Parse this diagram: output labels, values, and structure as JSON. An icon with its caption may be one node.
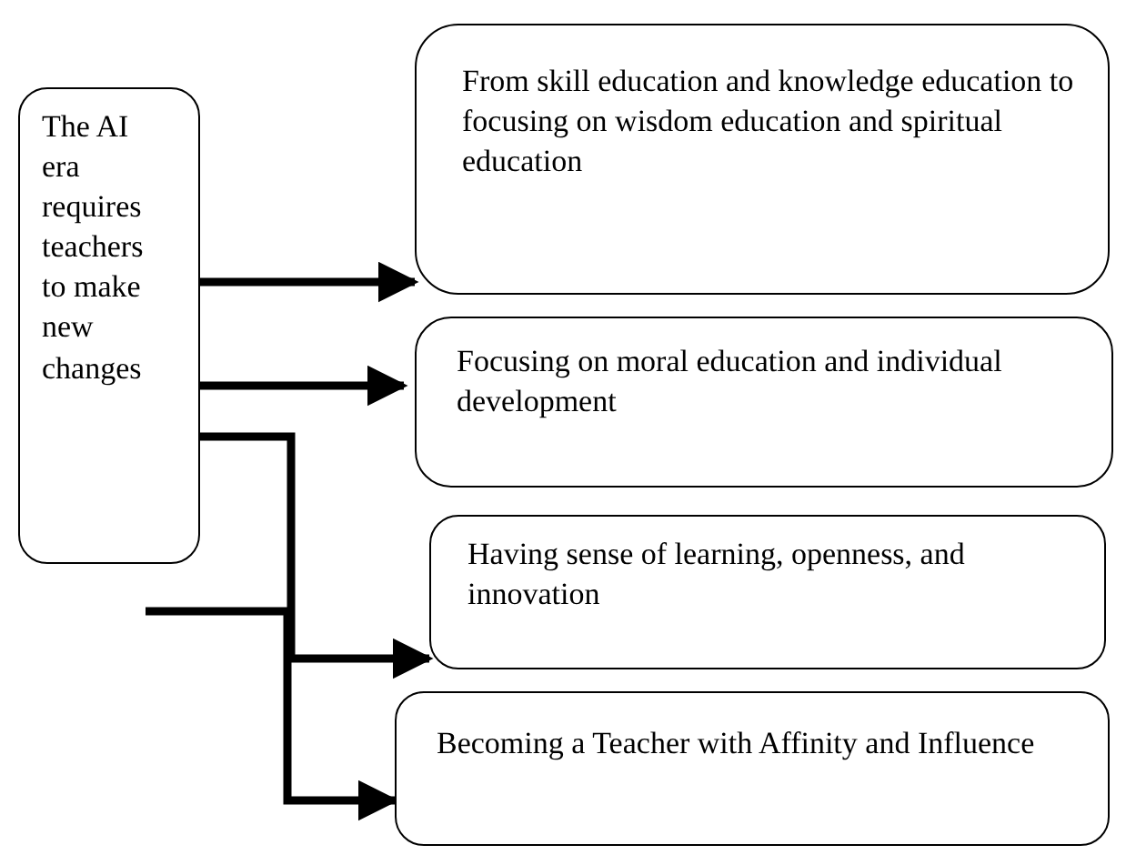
{
  "diagram": {
    "nodes": [
      {
        "text": [
          "The AI era requires teachers to make new changes"
        ]
      },
      {
        "text": [
          "From skill education and knowledge education to focusing on wisdom education and spiritual education"
        ]
      },
      {
        "text": [
          "Focusing on moral education and individual development"
        ]
      },
      {
        "text": [
          "Having sense of learning, openness, and innovation"
        ]
      },
      {
        "text": [
          "Becoming a Teacher with Affinity and Influence"
        ]
      }
    ],
    "edges": [
      {
        "from": 0,
        "to": 1,
        "arrow": "to"
      },
      {
        "from": 0,
        "to": 2,
        "arrow": "to"
      },
      {
        "from": 0,
        "to": 3,
        "arrow": "to"
      },
      {
        "from": null,
        "to": 4,
        "arrow": "to"
      }
    ]
  }
}
